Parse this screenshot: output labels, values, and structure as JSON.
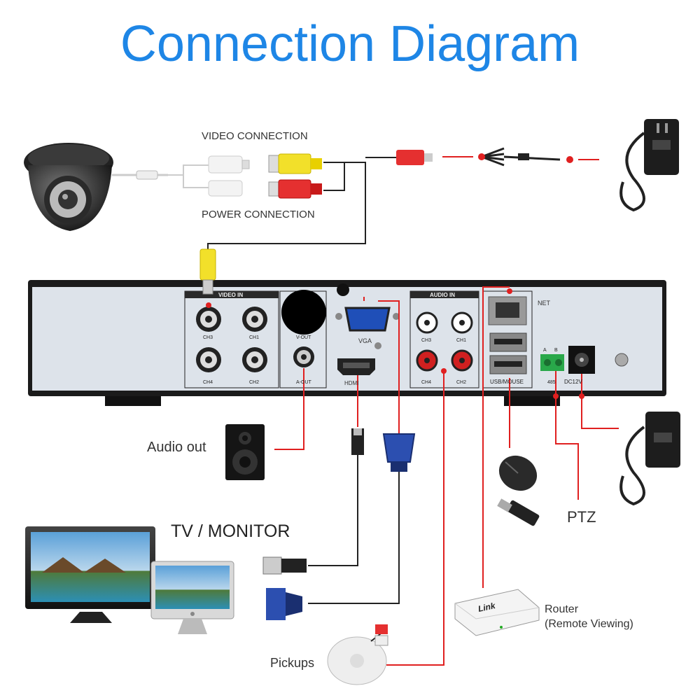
{
  "title": "Connection Diagram",
  "labels": {
    "video_connection": "VIDEO CONNECTION",
    "power_connection": "POWER CONNECTION",
    "audio_out": "Audio out",
    "tv_monitor": "TV / MONITOR",
    "ptz": "PTZ",
    "router_line1": "Router",
    "router_line2": "(Remote Viewing)",
    "pickups": "Pickups"
  },
  "panel": {
    "video_in": "VIDEO IN",
    "audio_in": "AUDIO IN",
    "vga": "VGA",
    "hdmi": "HDMI",
    "net": "NET",
    "usb_mouse": "USB/MOUSE",
    "v_out": "V-OUT",
    "a_out": "A-OUT",
    "rs485": "485",
    "dc12v": "DC12V",
    "a": "A",
    "b": "B",
    "ch1": "CH1",
    "ch2": "CH2",
    "ch3": "CH3",
    "ch4": "CH4",
    "ch2_audio": "CH2",
    "ch1_audio": "CH1",
    "ch3_audio": "CH3",
    "ch4_audio": "CH4"
  },
  "router_brand": "Link",
  "colors": {
    "title": "#1e86e6",
    "wire": "#e02020",
    "panel": "#dde3ea",
    "chassis": "#1b1b1b"
  }
}
